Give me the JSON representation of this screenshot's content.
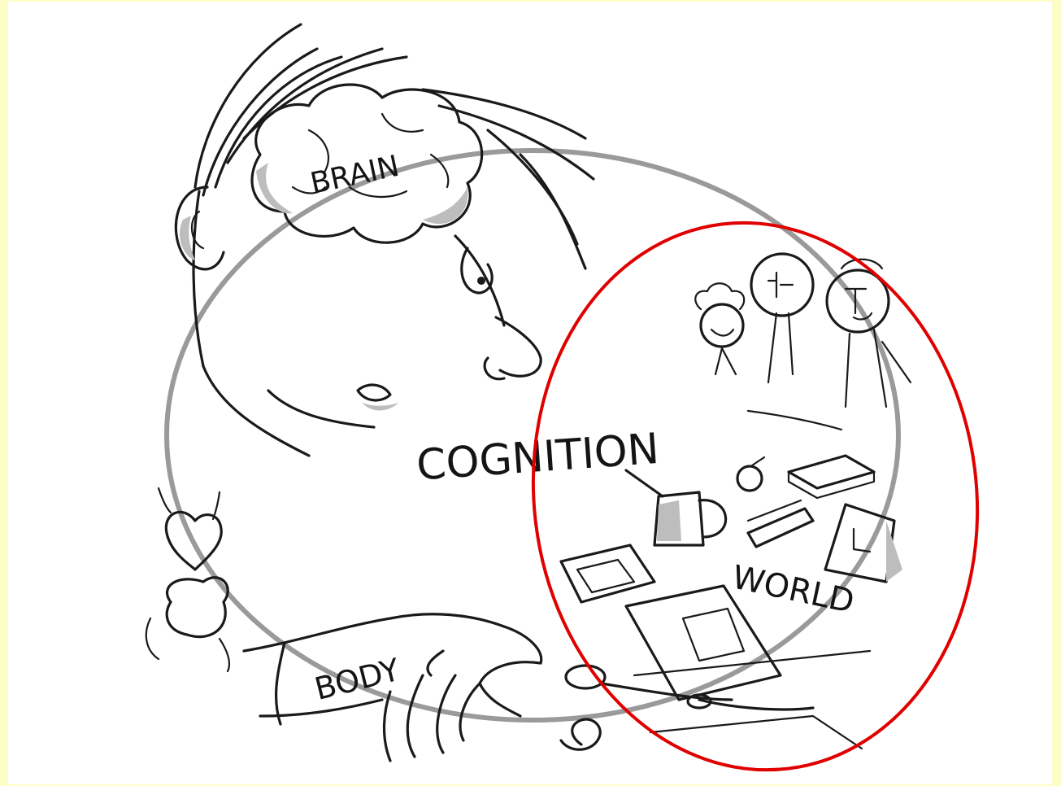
{
  "diagram": {
    "labels": {
      "brain": "BRAIN",
      "cognition": "COGNITION",
      "body": "BODY",
      "world": "WORLD"
    },
    "colors": {
      "background": "#fdfdc8",
      "panel": "#ffffff",
      "ink": "#1a1a1a",
      "cognition_circle": "#9a9a9a",
      "highlight_ellipse": "#e00000"
    }
  }
}
